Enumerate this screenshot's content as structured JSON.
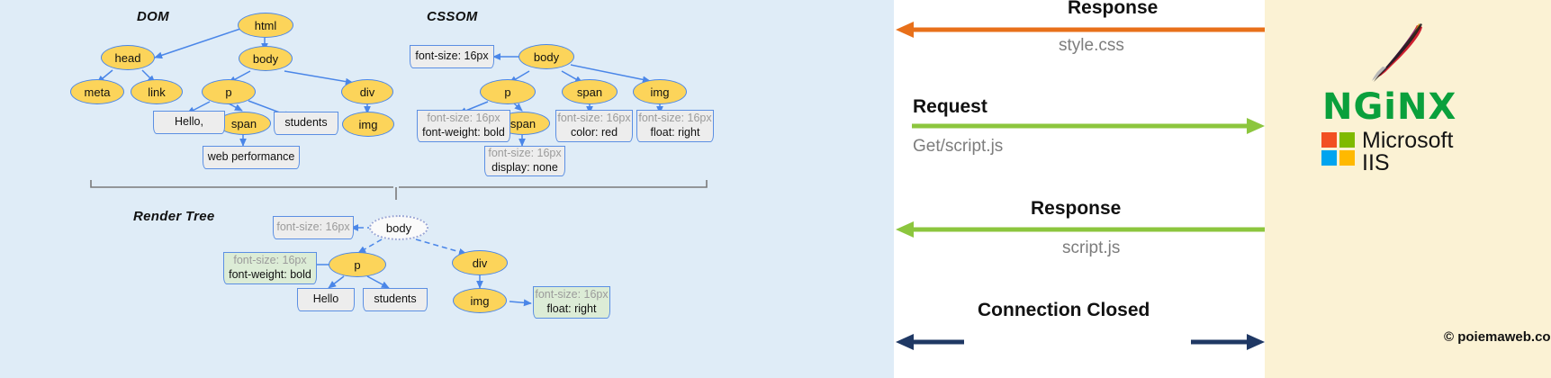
{
  "panels": {
    "left_bg": "#dfecf7",
    "mid_bg": "#ffffff",
    "right_bg": "#fbf2d4"
  },
  "dom": {
    "title": "DOM",
    "nodes": [
      {
        "id": "html",
        "label": "html"
      },
      {
        "id": "head",
        "label": "head"
      },
      {
        "id": "body",
        "label": "body"
      },
      {
        "id": "meta",
        "label": "meta"
      },
      {
        "id": "link",
        "label": "link"
      },
      {
        "id": "p",
        "label": "p"
      },
      {
        "id": "div",
        "label": "div"
      },
      {
        "id": "span",
        "label": "span"
      },
      {
        "id": "img",
        "label": "img"
      }
    ],
    "text_boxes": [
      {
        "id": "hello",
        "label": "Hello,"
      },
      {
        "id": "students",
        "label": "students"
      },
      {
        "id": "webperf",
        "label": "web performance"
      }
    ]
  },
  "cssom": {
    "title": "CSSOM",
    "nodes": [
      {
        "id": "body",
        "label": "body"
      },
      {
        "id": "p",
        "label": "p"
      },
      {
        "id": "span",
        "label": "span"
      },
      {
        "id": "img",
        "label": "img"
      },
      {
        "id": "span2",
        "label": "span"
      }
    ],
    "rule_boxes": [
      {
        "id": "body-rule",
        "line1": "font-size: 16px",
        "line2": ""
      },
      {
        "id": "p-rule",
        "line1": "font-size: 16px",
        "line2": "font-weight: bold"
      },
      {
        "id": "span-rule",
        "line1": "font-size: 16px",
        "line2": "color: red"
      },
      {
        "id": "img-rule",
        "line1": "font-size: 16px",
        "line2": "float: right"
      },
      {
        "id": "span2-rule",
        "line1": "font-size: 16px",
        "line2": "display: none"
      }
    ]
  },
  "render_tree": {
    "title": "Render Tree",
    "nodes": [
      {
        "id": "body",
        "label": "body"
      },
      {
        "id": "p",
        "label": "p"
      },
      {
        "id": "div",
        "label": "div"
      },
      {
        "id": "img",
        "label": "img"
      }
    ],
    "text_boxes": [
      {
        "id": "hello",
        "label": "Hello"
      },
      {
        "id": "students",
        "label": "students"
      }
    ],
    "rule_boxes": [
      {
        "id": "body-rule",
        "line1": "font-size: 16px",
        "line2": ""
      },
      {
        "id": "p-rule",
        "line1": "font-size: 16px",
        "line2": "font-weight: bold"
      },
      {
        "id": "img-rule",
        "line1": "font-size: 16px",
        "line2": "float: right"
      }
    ]
  },
  "sequence": {
    "rows": [
      {
        "id": "response-css",
        "label": "Response",
        "sub": "style.css",
        "direction": "left",
        "color": "#e8701a"
      },
      {
        "id": "request-js",
        "label": "Request",
        "sub": "Get/script.js",
        "direction": "right",
        "color": "#8cc63e"
      },
      {
        "id": "response-js",
        "label": "Response",
        "sub": "script.js",
        "direction": "left",
        "color": "#8cc63e"
      },
      {
        "id": "connection-closed",
        "label": "Connection Closed",
        "sub": "",
        "direction": "both",
        "color": "#1f3864"
      }
    ]
  },
  "servers": {
    "apache_alt": "Apache feather logo",
    "nginx": "NGiNX",
    "microsoft_line1": "Microsoft",
    "microsoft_line2": "IIS",
    "ms_colors": [
      "#f25022",
      "#7fba00",
      "#00a4ef",
      "#ffb900"
    ]
  },
  "credit": "© poiemaweb.com"
}
